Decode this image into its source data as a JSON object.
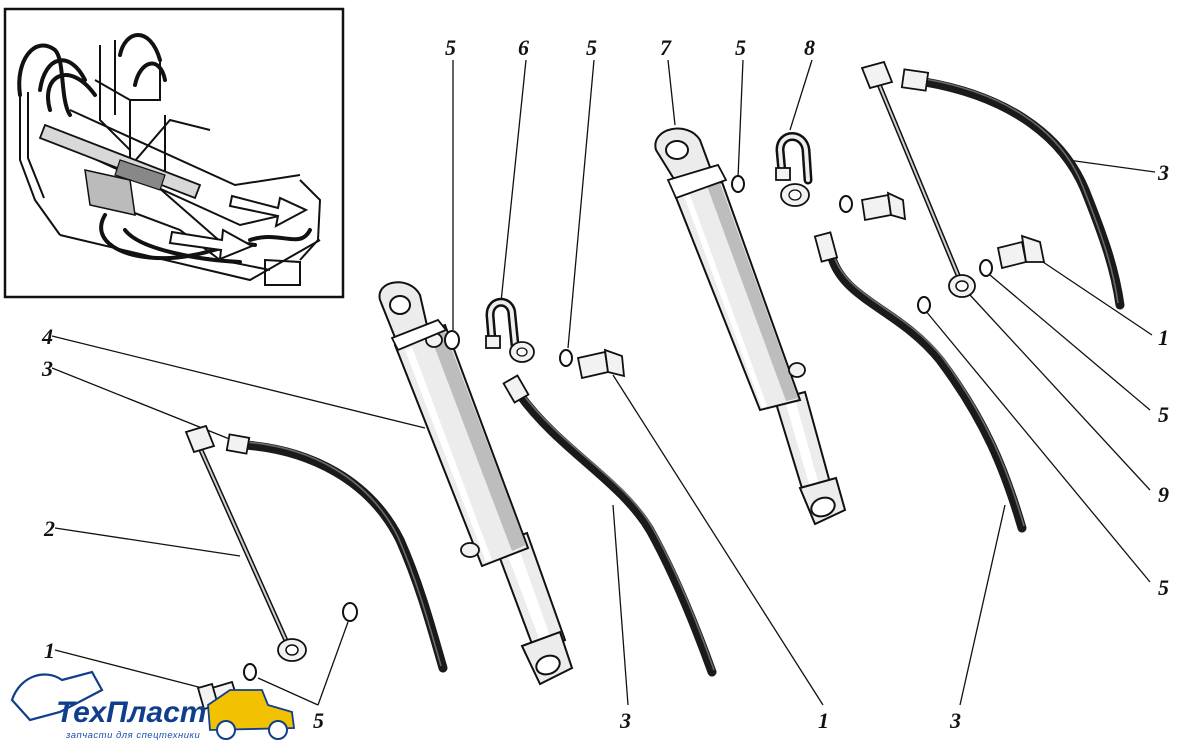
{
  "callouts": {
    "c5a": "5",
    "c6": "6",
    "c5b": "5",
    "c7": "7",
    "c5c": "5",
    "c8": "8",
    "c3_top_right": "3",
    "c1_right": "1",
    "c5_right_a": "5",
    "c9": "9",
    "c5_right_b": "5",
    "c3_bottom_right": "3",
    "c1_bottom": "1",
    "c3_bottom_mid": "3",
    "c4": "4",
    "c3_left": "3",
    "c2": "2",
    "c1_left": "1",
    "c5_bottom_left": "5"
  },
  "logo": {
    "name": "ТехПласт",
    "tagline": "запчасти для спецтехники",
    "colors": {
      "text": "#0f3f8c",
      "accent": "#f2c200"
    }
  }
}
